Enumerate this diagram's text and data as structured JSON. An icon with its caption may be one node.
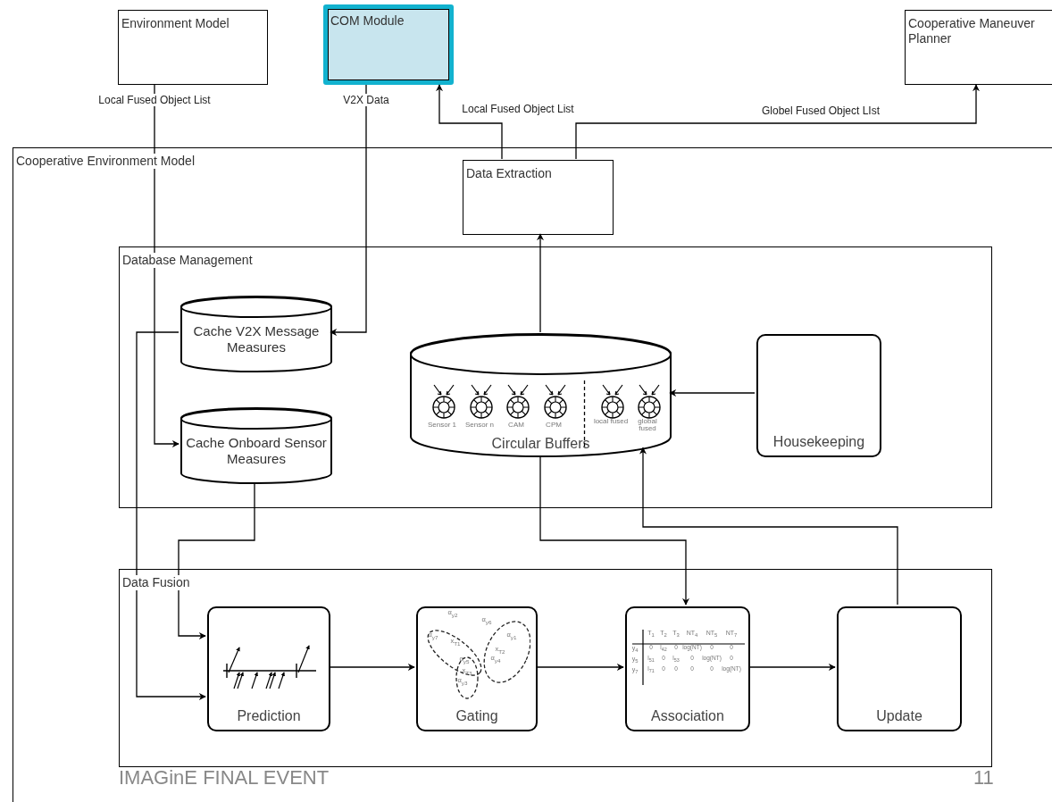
{
  "diagram": {
    "nodes": [
      {
        "text": [
          "Environment Model"
        ]
      },
      {
        "text": [
          "COM Module"
        ]
      },
      {
        "text": [
          "Cooperative Maneuver Planner"
        ]
      },
      {
        "text": [
          "Cooperative Environment Model"
        ]
      },
      {
        "text": [
          "Data Extraction"
        ],
        "in": 3
      },
      {
        "text": [
          "Database Management"
        ],
        "in": 3
      },
      {
        "text": [
          "Cache V2X Message Measures"
        ],
        "in": 5
      },
      {
        "text": [
          "Cache Onboard Sensor Measures"
        ],
        "in": 5
      },
      {
        "text": [
          "Circular Buffers"
        ],
        "in": 5
      },
      {
        "text": [
          "Housekeeping"
        ],
        "in": 5
      },
      {
        "text": [
          "Data Fusion"
        ],
        "in": 3
      },
      {
        "text": [
          "Prediction"
        ],
        "in": 10
      },
      {
        "text": [
          "Gating"
        ],
        "in": 10
      },
      {
        "text": [
          "Association"
        ],
        "in": 10
      },
      {
        "text": [
          "Update"
        ],
        "in": 10
      }
    ],
    "edges": [
      {
        "from": 0,
        "to": 7,
        "arrow": "to",
        "label": "Local Fused Object List"
      },
      {
        "from": 1,
        "to": 6,
        "arrow": "to",
        "label": "V2X Data"
      },
      {
        "from": 4,
        "to": 1,
        "arrow": "to",
        "label": "Local Fused Object List"
      },
      {
        "from": 4,
        "to": 2,
        "arrow": "to",
        "label": "Globel Fused Object LIst"
      },
      {
        "from": 8,
        "to": 4,
        "arrow": "to"
      },
      {
        "from": 9,
        "to": 8,
        "arrow": "to"
      },
      {
        "from": 6,
        "to": 11,
        "arrow": "to"
      },
      {
        "from": 7,
        "to": 11,
        "arrow": "to"
      },
      {
        "from": 11,
        "to": 12,
        "arrow": "to"
      },
      {
        "from": 12,
        "to": 13,
        "arrow": "to"
      },
      {
        "from": 13,
        "to": 14,
        "arrow": "to"
      },
      {
        "from": 8,
        "to": 13,
        "arrow": "to"
      },
      {
        "from": 14,
        "to": 8,
        "arrow": "to"
      }
    ],
    "labels": [
      "Sensor 1",
      "Sensor n",
      "CAM",
      "CPM",
      "local fused",
      "global fused",
      "α$_{y2}$",
      "α$_{y6}$",
      "α$_{y7}$",
      "α$_{y1}$",
      "x$_{T1}$",
      "x$_{T2}$",
      "α$_{y5}$",
      "α$_{y4}$",
      "x$_{T3}$",
      "α$_{y3}$",
      "T$_{1}$",
      "T$_{2}$",
      "T$_{3}$",
      "NT$_{4}$",
      "NT$_{5}$",
      "NT$_{7}$",
      "y$_{4}$",
      "0",
      "l$_{42}$",
      "0",
      "log(NT)",
      "0",
      "0",
      "y$_{5}$",
      "l$_{51}$",
      "0",
      "l$_{53}$",
      "0",
      "log(NT)",
      "0",
      "y$_{7}$",
      "l$_{71}$",
      "0",
      "0",
      "0",
      "0",
      "log(NT)",
      "IMAGinE FINAL EVENT",
      "11"
    ]
  }
}
